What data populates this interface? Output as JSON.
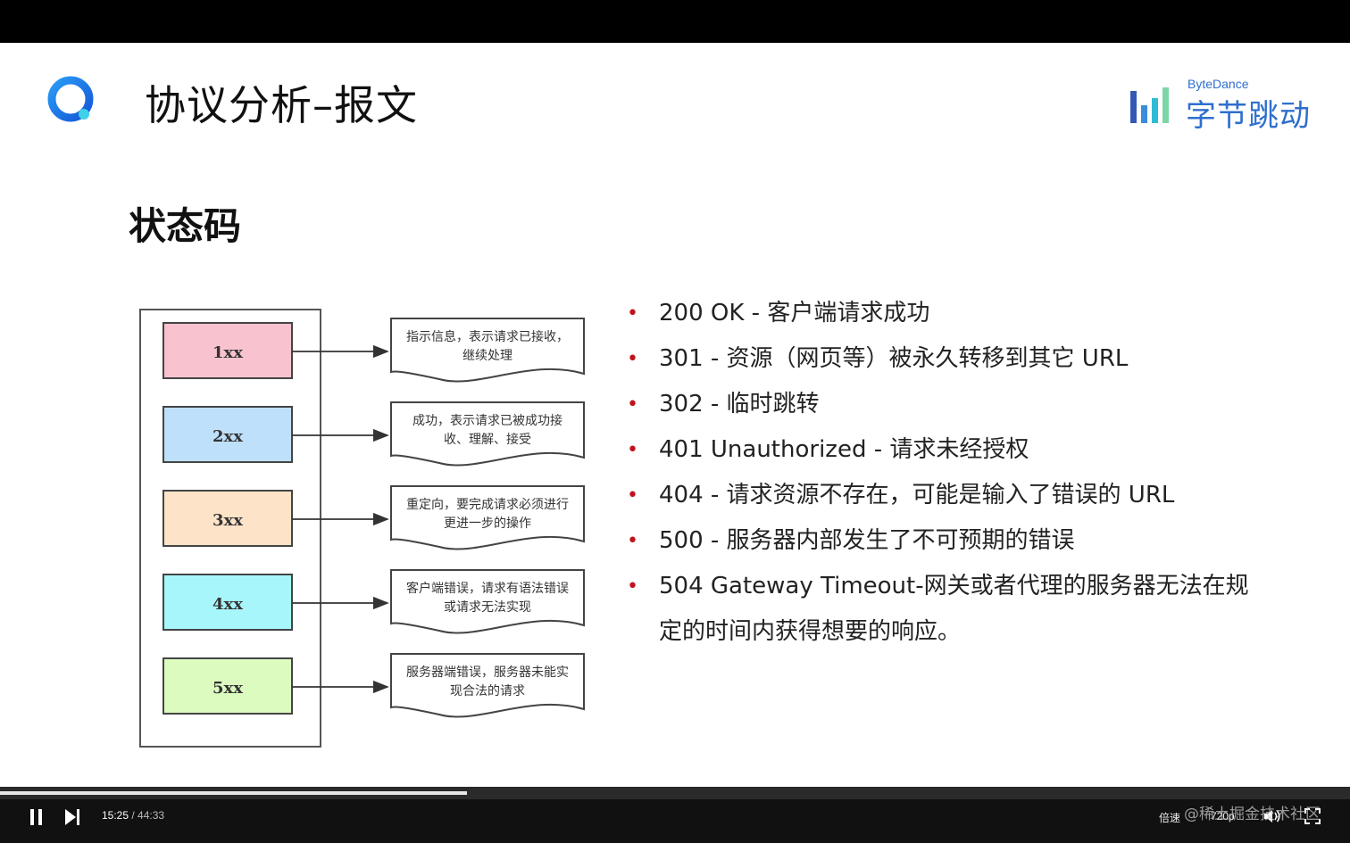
{
  "slide": {
    "title": "协议分析–报文",
    "section_heading": "状态码",
    "brand": {
      "en": "ByteDance",
      "zh": "字节跳动",
      "color": "#2f6fcd"
    }
  },
  "diagram": {
    "codes": [
      {
        "label": "1xx",
        "color": "#f8c2ce",
        "desc_lines": [
          "指示信息，表示请求已接收，",
          "继续处理"
        ]
      },
      {
        "label": "2xx",
        "color": "#bfe0fb",
        "desc_lines": [
          "成功，表示请求已被成功接",
          "收、理解、接受"
        ]
      },
      {
        "label": "3xx",
        "color": "#fde3c8",
        "desc_lines": [
          "重定向，要完成请求必须进行",
          "更进一步的操作"
        ]
      },
      {
        "label": "4xx",
        "color": "#a6f6fb",
        "desc_lines": [
          "客户端错误，请求有语法错误",
          "或请求无法实现"
        ]
      },
      {
        "label": "5xx",
        "color": "#dcfcbf",
        "desc_lines": [
          "服务器端错误，服务器未能实",
          "现合法的请求"
        ]
      }
    ]
  },
  "bullets": [
    {
      "text": "200 OK - 客户端请求成功"
    },
    {
      "text": "301 - 资源（网页等）被永久转移到其它 URL"
    },
    {
      "text": "302 - 临时跳转"
    },
    {
      "text": "401 Unauthorized - 请求未经授权"
    },
    {
      "text": "404 - 请求资源不存在，可能是输入了错误的 URL"
    },
    {
      "text": "500 - 服务器内部发生了不可预期的错误"
    },
    {
      "text": "504 Gateway Timeout-网关或者代理的服务器无法在规",
      "cont": "定的时间内获得想要的响应。"
    }
  ],
  "bullet_color": "#c0121b",
  "player": {
    "current_time": "15:25",
    "duration": "44:33",
    "progress_fraction": 0.346,
    "speed_label": "倍速",
    "quality_label": "720p",
    "watermark": "@稀土掘金技术社区"
  }
}
